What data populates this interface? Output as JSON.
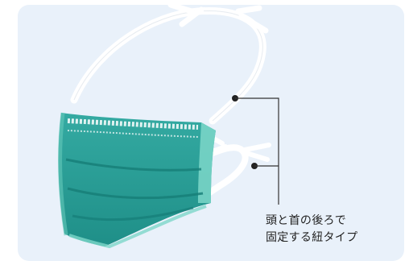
{
  "caption": {
    "line1": "頭と首の後ろで",
    "line2": "固定する紐タイプ"
  },
  "colors": {
    "panel_background": "#e9f1fa",
    "mask_teal": "#2fa59e",
    "mask_teal_dark": "#1f8d86",
    "mask_edge": "#7dd7c9",
    "tie_white": "#ffffff",
    "leader_line": "#333333",
    "caption_text": "#222222"
  },
  "icons": {
    "illustration": "surgical-mask-with-ties"
  }
}
